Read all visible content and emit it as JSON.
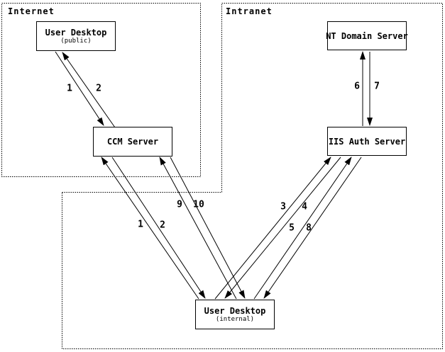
{
  "diagram": {
    "zones": [
      {
        "id": "internet",
        "label": "Internet"
      },
      {
        "id": "intranet",
        "label": "Intranet"
      }
    ],
    "nodes": [
      {
        "id": "user-desktop-public",
        "title": "User Desktop",
        "subtitle": "(public)"
      },
      {
        "id": "ccm-server",
        "title": "CCM Server",
        "subtitle": ""
      },
      {
        "id": "nt-domain-server",
        "title": "NT Domain Server",
        "subtitle": ""
      },
      {
        "id": "iis-auth-server",
        "title": "IIS Auth Server",
        "subtitle": ""
      },
      {
        "id": "user-desktop-internal",
        "title": "User Desktop",
        "subtitle": "(internal)"
      }
    ],
    "edges": [
      {
        "id": "e1-public",
        "label": "1",
        "from": "user-desktop-public",
        "to": "ccm-server"
      },
      {
        "id": "e2-public",
        "label": "2",
        "from": "ccm-server",
        "to": "user-desktop-public"
      },
      {
        "id": "e1-internal",
        "label": "1",
        "from": "user-desktop-internal",
        "to": "ccm-server"
      },
      {
        "id": "e2-internal",
        "label": "2",
        "from": "ccm-server",
        "to": "user-desktop-internal"
      },
      {
        "id": "e3",
        "label": "3",
        "from": "user-desktop-internal",
        "to": "iis-auth-server"
      },
      {
        "id": "e4",
        "label": "4",
        "from": "iis-auth-server",
        "to": "user-desktop-internal"
      },
      {
        "id": "e5",
        "label": "5",
        "from": "user-desktop-internal",
        "to": "iis-auth-server"
      },
      {
        "id": "e6",
        "label": "6",
        "from": "iis-auth-server",
        "to": "nt-domain-server"
      },
      {
        "id": "e7",
        "label": "7",
        "from": "nt-domain-server",
        "to": "iis-auth-server"
      },
      {
        "id": "e8",
        "label": "8",
        "from": "iis-auth-server",
        "to": "user-desktop-internal"
      },
      {
        "id": "e9",
        "label": "9",
        "from": "user-desktop-internal",
        "to": "ccm-server"
      },
      {
        "id": "e10",
        "label": "10",
        "from": "ccm-server",
        "to": "user-desktop-internal"
      }
    ],
    "colors": {
      "line": "#000000",
      "background": "#ffffff"
    }
  }
}
